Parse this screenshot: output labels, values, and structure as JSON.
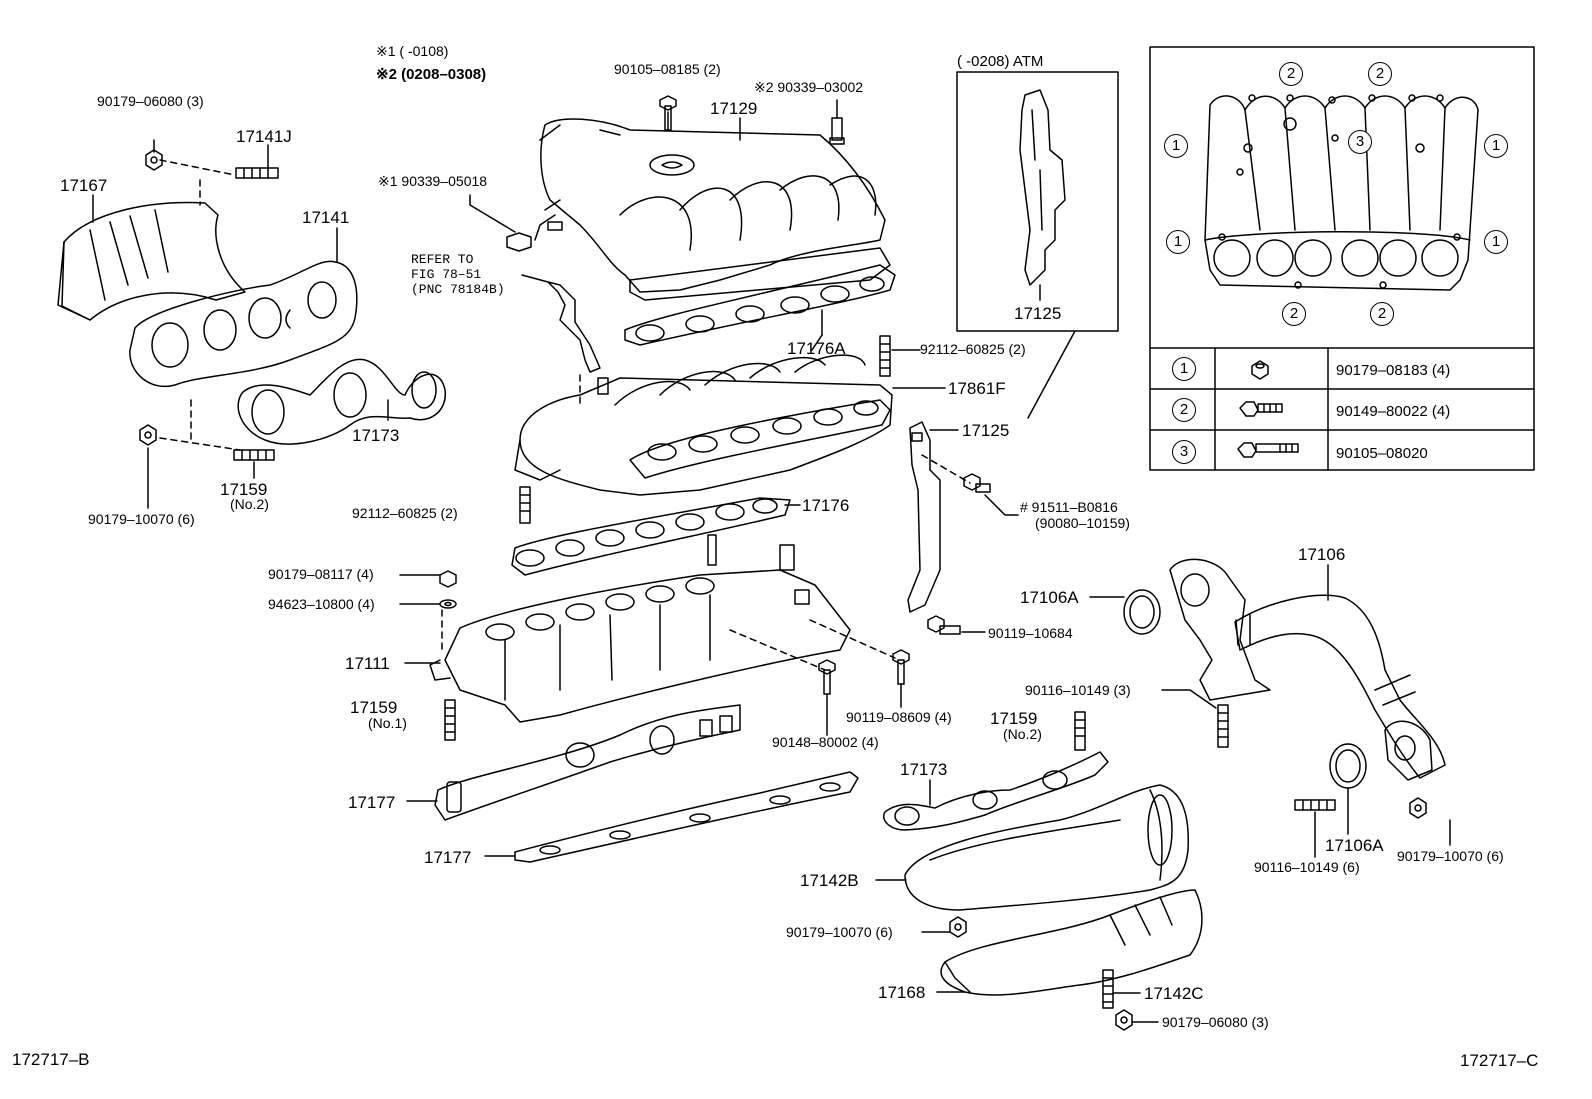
{
  "notes": {
    "n1": "※1 (        -0108)",
    "n2": "※2 (0208–0308)"
  },
  "labels": {
    "p90179_06080_top": "90179–06080 (3)",
    "p17141J": "17141J",
    "p17167": "17167",
    "p17141": "17141",
    "p17173_left": "17173",
    "p90179_10070_left": "90179–10070 (6)",
    "p17159_no2_left": "17159",
    "p17159_no2_left_sub": "(No.2)",
    "p90105_08185": "90105–08185 (2)",
    "p17129": "17129",
    "p90339_03002": "※2 90339–03002",
    "p90339_05018": "※1  90339–05018",
    "refer1": "REFER TO",
    "refer2": "FIG 78–51",
    "refer3": "(PNC 78184B)",
    "p17176A": "17176A",
    "p92112_top": "92112–60825 (2)",
    "p17861F": "17861F",
    "p92112_left": "92112–60825 (2)",
    "p17176": "17176",
    "p90179_08117": "90179–08117 (4)",
    "p94623": "94623–10800 (4)",
    "p17111": "17111",
    "p17159_no1": "17159",
    "p17159_no1_sub": "(No.1)",
    "p17177_a": "17177",
    "p17177_b": "17177",
    "p90148": "90148–80002 (4)",
    "p90119_08609": "90119–08609 (4)",
    "atm": "(        -0208) ATM",
    "p17125_box": "17125",
    "p17125": "17125",
    "p91511": "#  91511–B0816",
    "p90080": "(90080–10159)",
    "p90119_10684": "90119–10684",
    "p17106": "17106",
    "p17106A_top": "17106A",
    "p90116_a": "90116–10149 (3)",
    "p17159_no2_right": "17159",
    "p17159_no2_right_sub": "(No.2)",
    "p17173_right": "17173",
    "p17142B": "17142B",
    "p90179_10070_mid": "90179–10070 (6)",
    "p17168": "17168",
    "p17142C": "17142C",
    "p90179_06080_bot": "90179–06080 (3)",
    "p17106A_bot": "17106A",
    "p90116_b": "90116–10149 (6)",
    "p90179_10070_right": "90179–10070 (6)",
    "fig_left": "172717–B",
    "fig_right": "172717–C"
  },
  "inset": {
    "markers": [
      "1",
      "2",
      "3"
    ],
    "table": [
      {
        "marker": "1",
        "icon": "nut-icon",
        "part": "90179–08183 (4)"
      },
      {
        "marker": "2",
        "icon": "bolt-short-icon",
        "part": "90149–80022 (4)"
      },
      {
        "marker": "3",
        "icon": "bolt-long-icon",
        "part": "90105–08020"
      }
    ]
  }
}
